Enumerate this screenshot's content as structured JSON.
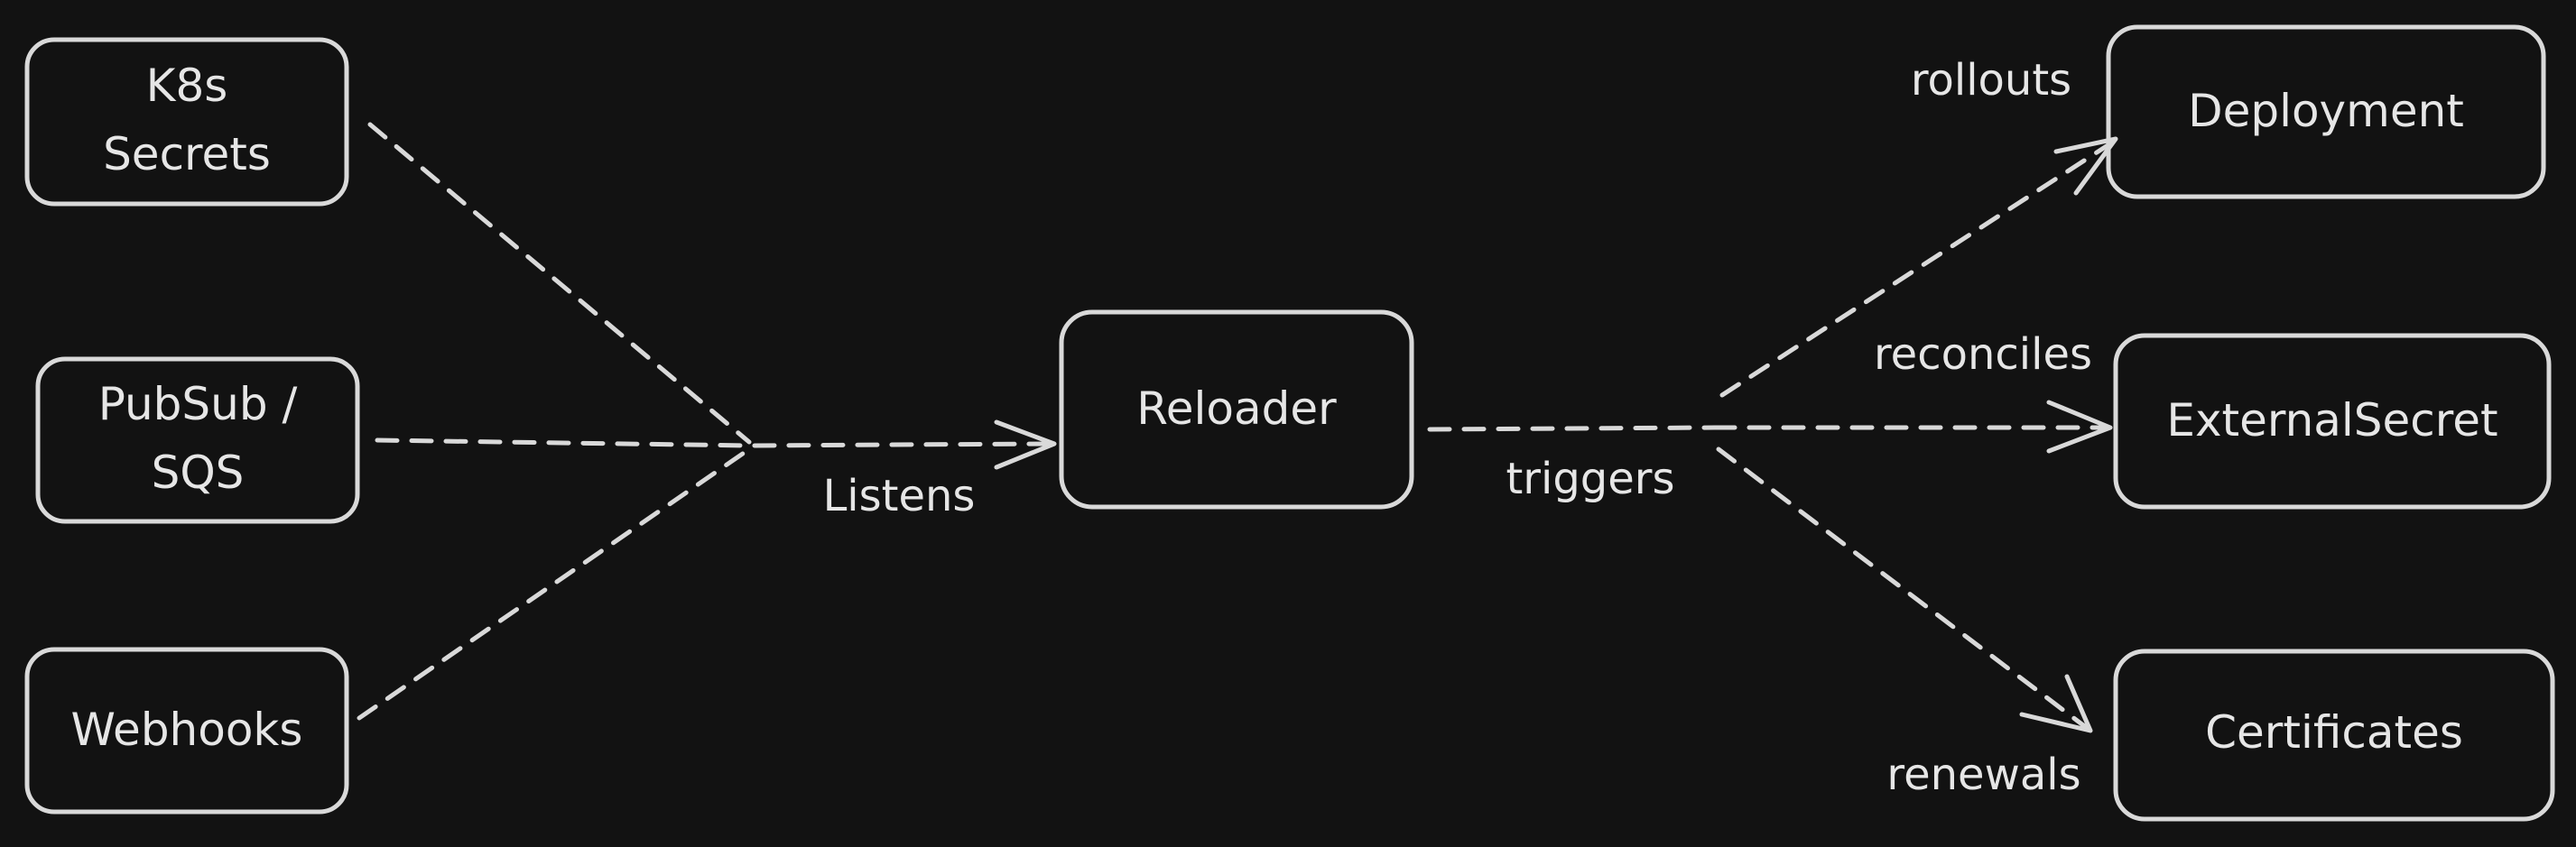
{
  "colors": {
    "background": "#121212",
    "stroke": "#d9d9d9",
    "text": "#e6e6e6"
  },
  "nodes": {
    "k8s_secrets": {
      "lines": [
        "K8s",
        "Secrets"
      ]
    },
    "pubsub_sqs": {
      "lines": [
        "PubSub /",
        "SQS"
      ]
    },
    "webhooks": {
      "lines": [
        "Webhooks"
      ]
    },
    "reloader": {
      "lines": [
        "Reloader"
      ]
    },
    "deployment": {
      "lines": [
        "Deployment"
      ]
    },
    "external_secret": {
      "lines": [
        "ExternalSecret"
      ]
    },
    "certificates": {
      "lines": [
        "Certificates"
      ]
    }
  },
  "edge_labels": {
    "listens": "Listens",
    "triggers": "triggers",
    "rollouts": "rollouts",
    "reconciles": "reconciles",
    "renewals": "renewals"
  }
}
